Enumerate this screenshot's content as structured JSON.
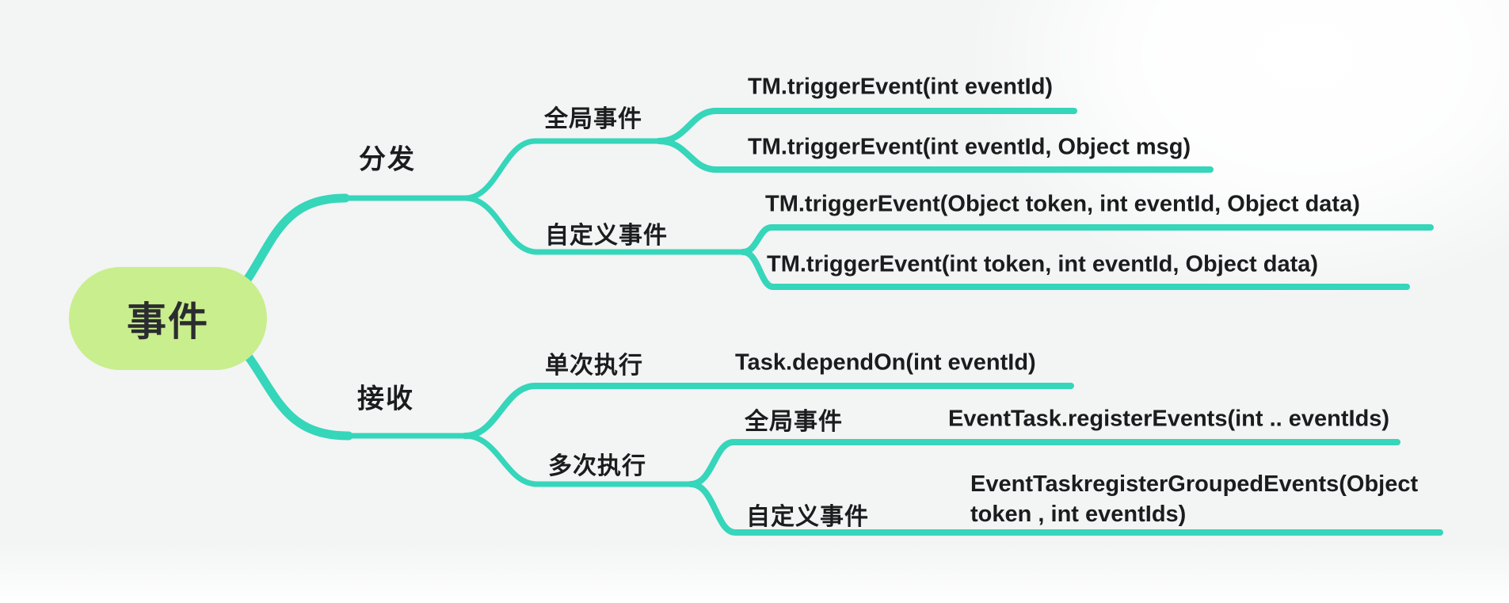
{
  "canvas": {
    "background_color": "#f3f4f4",
    "line_color": "#35d6ba",
    "root_fill_color": "#c9ee8d",
    "text_color": "#1b1c1e"
  },
  "mindmap": {
    "root": {
      "label": "事件"
    },
    "branches": [
      {
        "label": "分发",
        "children": [
          {
            "label": "全局事件",
            "children": [
              {
                "label": "TM.triggerEvent(int eventId)"
              },
              {
                "label": "TM.triggerEvent(int eventId, Object msg)"
              }
            ]
          },
          {
            "label": "自定义事件",
            "children": [
              {
                "label": "TM.triggerEvent(Object token, int eventId, Object data)"
              },
              {
                "label": "TM.triggerEvent(int token, int eventId, Object data)"
              }
            ]
          }
        ]
      },
      {
        "label": "接收",
        "children": [
          {
            "label": "单次执行",
            "children": [
              {
                "label": "Task.dependOn(int eventId)"
              }
            ]
          },
          {
            "label": "多次执行",
            "children": [
              {
                "label": "全局事件",
                "children": [
                  {
                    "label": "EventTask.registerEvents(int .. eventIds)"
                  }
                ]
              },
              {
                "label": "自定义事件",
                "children": [
                  {
                    "label": "EventTaskregisterGroupedEvents(Object token , int eventIds)"
                  }
                ]
              }
            ]
          }
        ]
      }
    ]
  }
}
